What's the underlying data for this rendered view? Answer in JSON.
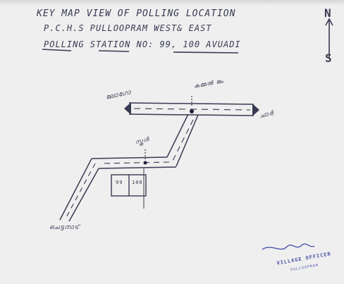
{
  "title": {
    "line1": "KEY MAP VIEW OF POLLING LOCATION",
    "line2": "P.C.H.S PULLOOPRAM WEST& EAST",
    "line3": "POLLING STATION NO: 99, 100 AVUADI"
  },
  "compass": {
    "north": "N",
    "south": "S"
  },
  "places": {
    "left_end": "ലോഗോ",
    "junction": "കമ്മൽ ജം",
    "right_end": "ചാർ",
    "mid_road": "സ്കൂൾ",
    "bottom_left": "ചെട്ടനാട്"
  },
  "building": {
    "left_label": "99",
    "right_label": "100"
  },
  "signature": {
    "text": "VILLAGE OFFICER",
    "subtext": "PULLOOPRAM"
  },
  "colors": {
    "ink": "#383a52",
    "stamp": "#4b54a8",
    "paper": "#efefef"
  }
}
